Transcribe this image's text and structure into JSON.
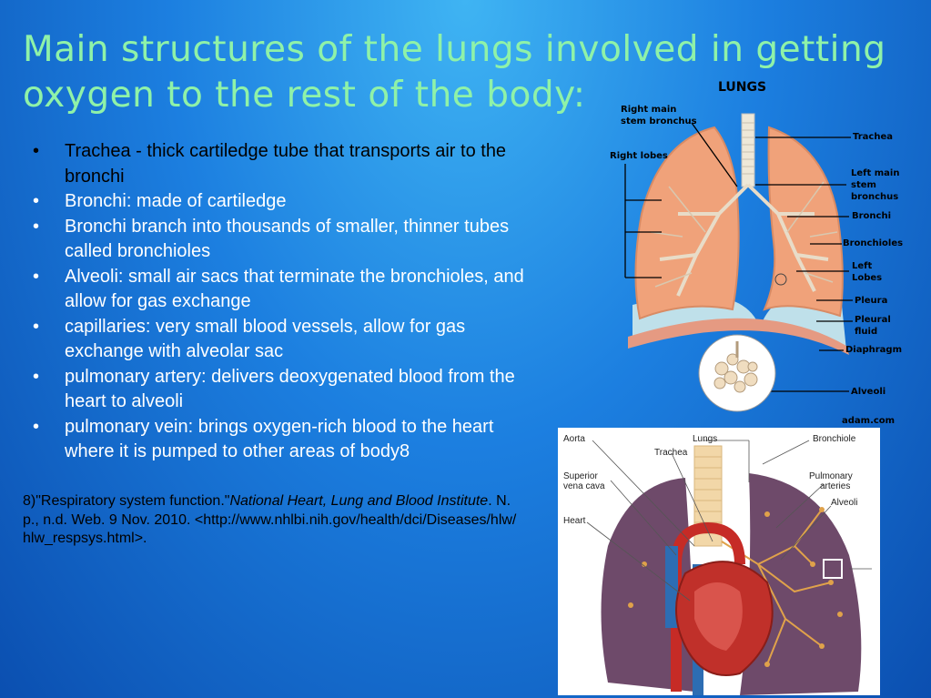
{
  "title": "Main structures of the lungs involved in getting oxygen to the rest of the body:",
  "bullets": [
    "Trachea - thick cartiledge tube that transports air to the bronchi",
    "Bronchi: made of cartiledge",
    "Bronchi branch into thousands of smaller, thinner tubes called bronchioles",
    "Alveoli: small air sacs that terminate the bronchioles, and allow for gas exchange",
    "capillaries: very small blood vessels, allow for gas exchange with alveolar sac",
    "pulmonary artery: delivers deoxygenated blood from the heart to alveoli",
    "pulmonary vein: brings oxygen-rich blood to the heart where it is pumped to other areas of body8"
  ],
  "citation": {
    "prefix": "8)\"Respiratory system function.\"",
    "italic": "National Heart, Lung and Blood Institute",
    "suffix": ". N.p., n.d. Web. 9 Nov. 2010. <http://www.nhlbi.nih.gov/health/dci/Diseases/hlw/hlw_respsys.html>."
  },
  "lungs_figure": {
    "title": "LUNGS",
    "labels": {
      "right_main_stem_bronchus_1": "Right main",
      "right_main_stem_bronchus_2": "stem bronchus",
      "right_lobes": "Right lobes",
      "trachea": "Trachea",
      "left_main_stem_bronchus_1": "Left main",
      "left_main_stem_bronchus_2": "stem",
      "left_main_stem_bronchus_3": "bronchus",
      "bronchi": "Bronchi",
      "bronchioles": "Bronchioles",
      "left_lobes_1": "Left",
      "left_lobes_2": "Lobes",
      "pleura": "Pleura",
      "pleural_fluid_1": "Pleural",
      "pleural_fluid_2": "fluid",
      "diaphragm": "Diaphragm",
      "alveoli": "Alveoli",
      "credit": "adam.com"
    }
  },
  "heart_figure": {
    "labels": {
      "aorta": "Aorta",
      "lungs": "Lungs",
      "trachea": "Trachea",
      "bronchiole": "Bronchiole",
      "superior_vena_cava_1": "Superior",
      "superior_vena_cava_2": "vena cava",
      "pulmonary_arteries_1": "Pulmonary",
      "pulmonary_arteries_2": "arteries",
      "alveoli": "Alveoli",
      "heart": "Heart"
    }
  },
  "colors": {
    "title": "#8ff2a8",
    "background": "#1c7fe0",
    "lung_tissue": "#f0a27a",
    "heart_lung": "#6e4a6a"
  }
}
